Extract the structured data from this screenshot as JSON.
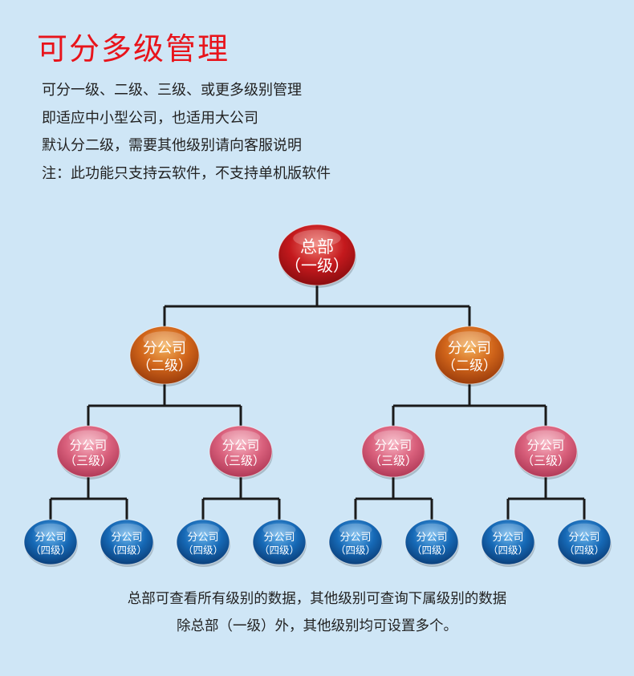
{
  "title": "可分多级管理",
  "description": [
    "可分一级、二级、三级、或更多级别管理",
    "即适应中小型公司，也适用大公司",
    "默认分二级，需要其他级别请向客服说明",
    "注：此功能只支持云软件，不支持单机版软件"
  ],
  "tree": {
    "level1": {
      "line1": "总部",
      "line2": "（一级）"
    },
    "level2": {
      "line1": "分公司",
      "line2": "（二级）"
    },
    "level3": {
      "line1": "分公司",
      "line2": "（三级）"
    },
    "level4": {
      "line1": "分公司",
      "line2": "（四级）"
    }
  },
  "footer": [
    "总部可查看所有级别的数据，其他级别可查询下属级别的数据",
    "除总部（一级）外，其他级别均可设置多个。"
  ],
  "colors": {
    "background": "#cfe6f6",
    "title": "#e8141b",
    "level1": "#c4191d",
    "level2": "#d0641a",
    "level3": "#d9607c",
    "level4": "#1669b6",
    "connector": "#1a1a1a"
  }
}
